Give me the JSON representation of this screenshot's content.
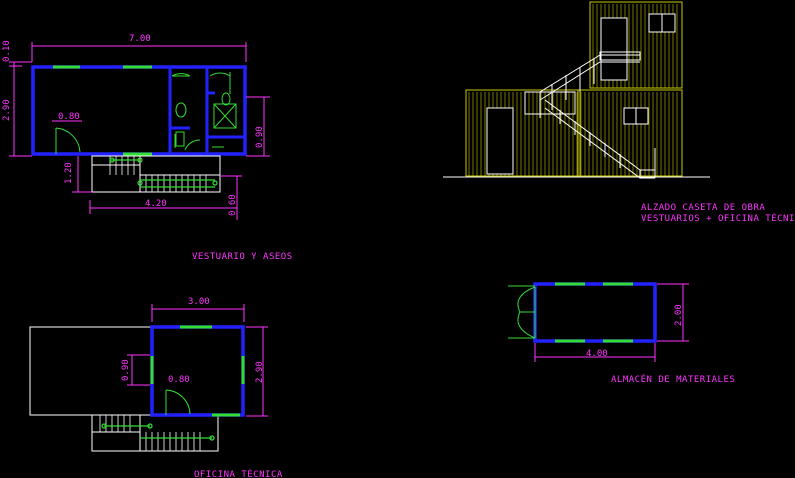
{
  "colors": {
    "background": "#000000",
    "wall": "#2222ff",
    "window": "#33dd33",
    "dimension": "#ff33ff",
    "line": "#ffffff",
    "facade": "#c8c800"
  },
  "plan_vestuario": {
    "title": "VESTUARIO Y ASEOS",
    "dim_top": "7.00",
    "dim_left_top": "0.10",
    "dim_left": "2.90",
    "dim_door": "0.80",
    "dim_right": "0.90",
    "dim_stair_left": "1.20",
    "dim_bottom": "4.20",
    "dim_stair_right": "0.60"
  },
  "plan_oficina": {
    "title": "OFICINA TÉCNICA",
    "dim_top": "3.00",
    "dim_right": "2.90",
    "dim_left": "0.90",
    "dim_door": "0.80"
  },
  "plan_almacen": {
    "title": "ALMACÉN DE MATERIALES",
    "dim_right": "2.00",
    "dim_bottom": "4.00"
  },
  "elevation": {
    "title_line1": "ALZADO CASETA DE OBRA",
    "title_line2": "VESTUARIOS + OFICINA TÉCNICA"
  }
}
